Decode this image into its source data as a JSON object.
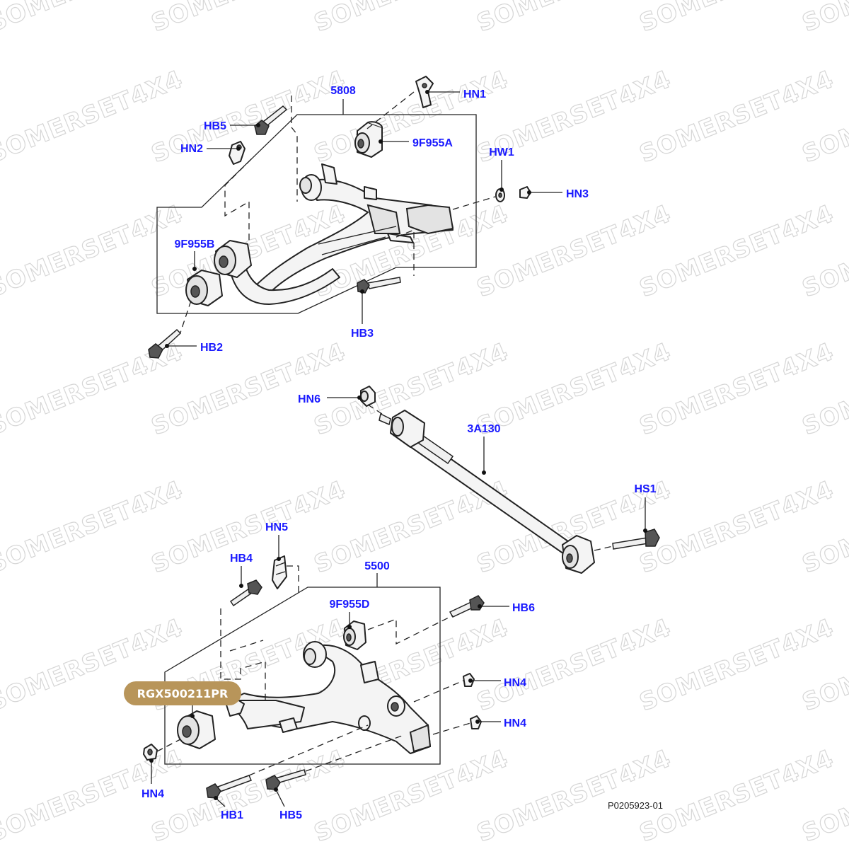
{
  "watermark": "SOMERSET4X4",
  "figure_ref": "P0205923-01",
  "highlight_label": "RGX500211PR",
  "callouts": {
    "u5808": "5808",
    "hn1": "HN1",
    "hb5_top": "HB5",
    "hn2": "HN2",
    "p9f955a": "9F955A",
    "hw1": "HW1",
    "hn3": "HN3",
    "p9f955b": "9F955B",
    "hb3": "HB3",
    "hb2": "HB2",
    "hn6": "HN6",
    "p3a130": "3A130",
    "hs1": "HS1",
    "hn5": "HN5",
    "hb4": "HB4",
    "u5500": "5500",
    "p9f955d": "9F955D",
    "hb6": "HB6",
    "hn4_a": "HN4",
    "hn4_b": "HN4",
    "hn4_c": "HN4",
    "hb1": "HB1",
    "hb5_bottom": "HB5"
  },
  "colors": {
    "callout_text": "#1a1aff",
    "highlight_badge": "#b8955a",
    "line_art": "#222222",
    "watermark": "#d6d6d6"
  }
}
